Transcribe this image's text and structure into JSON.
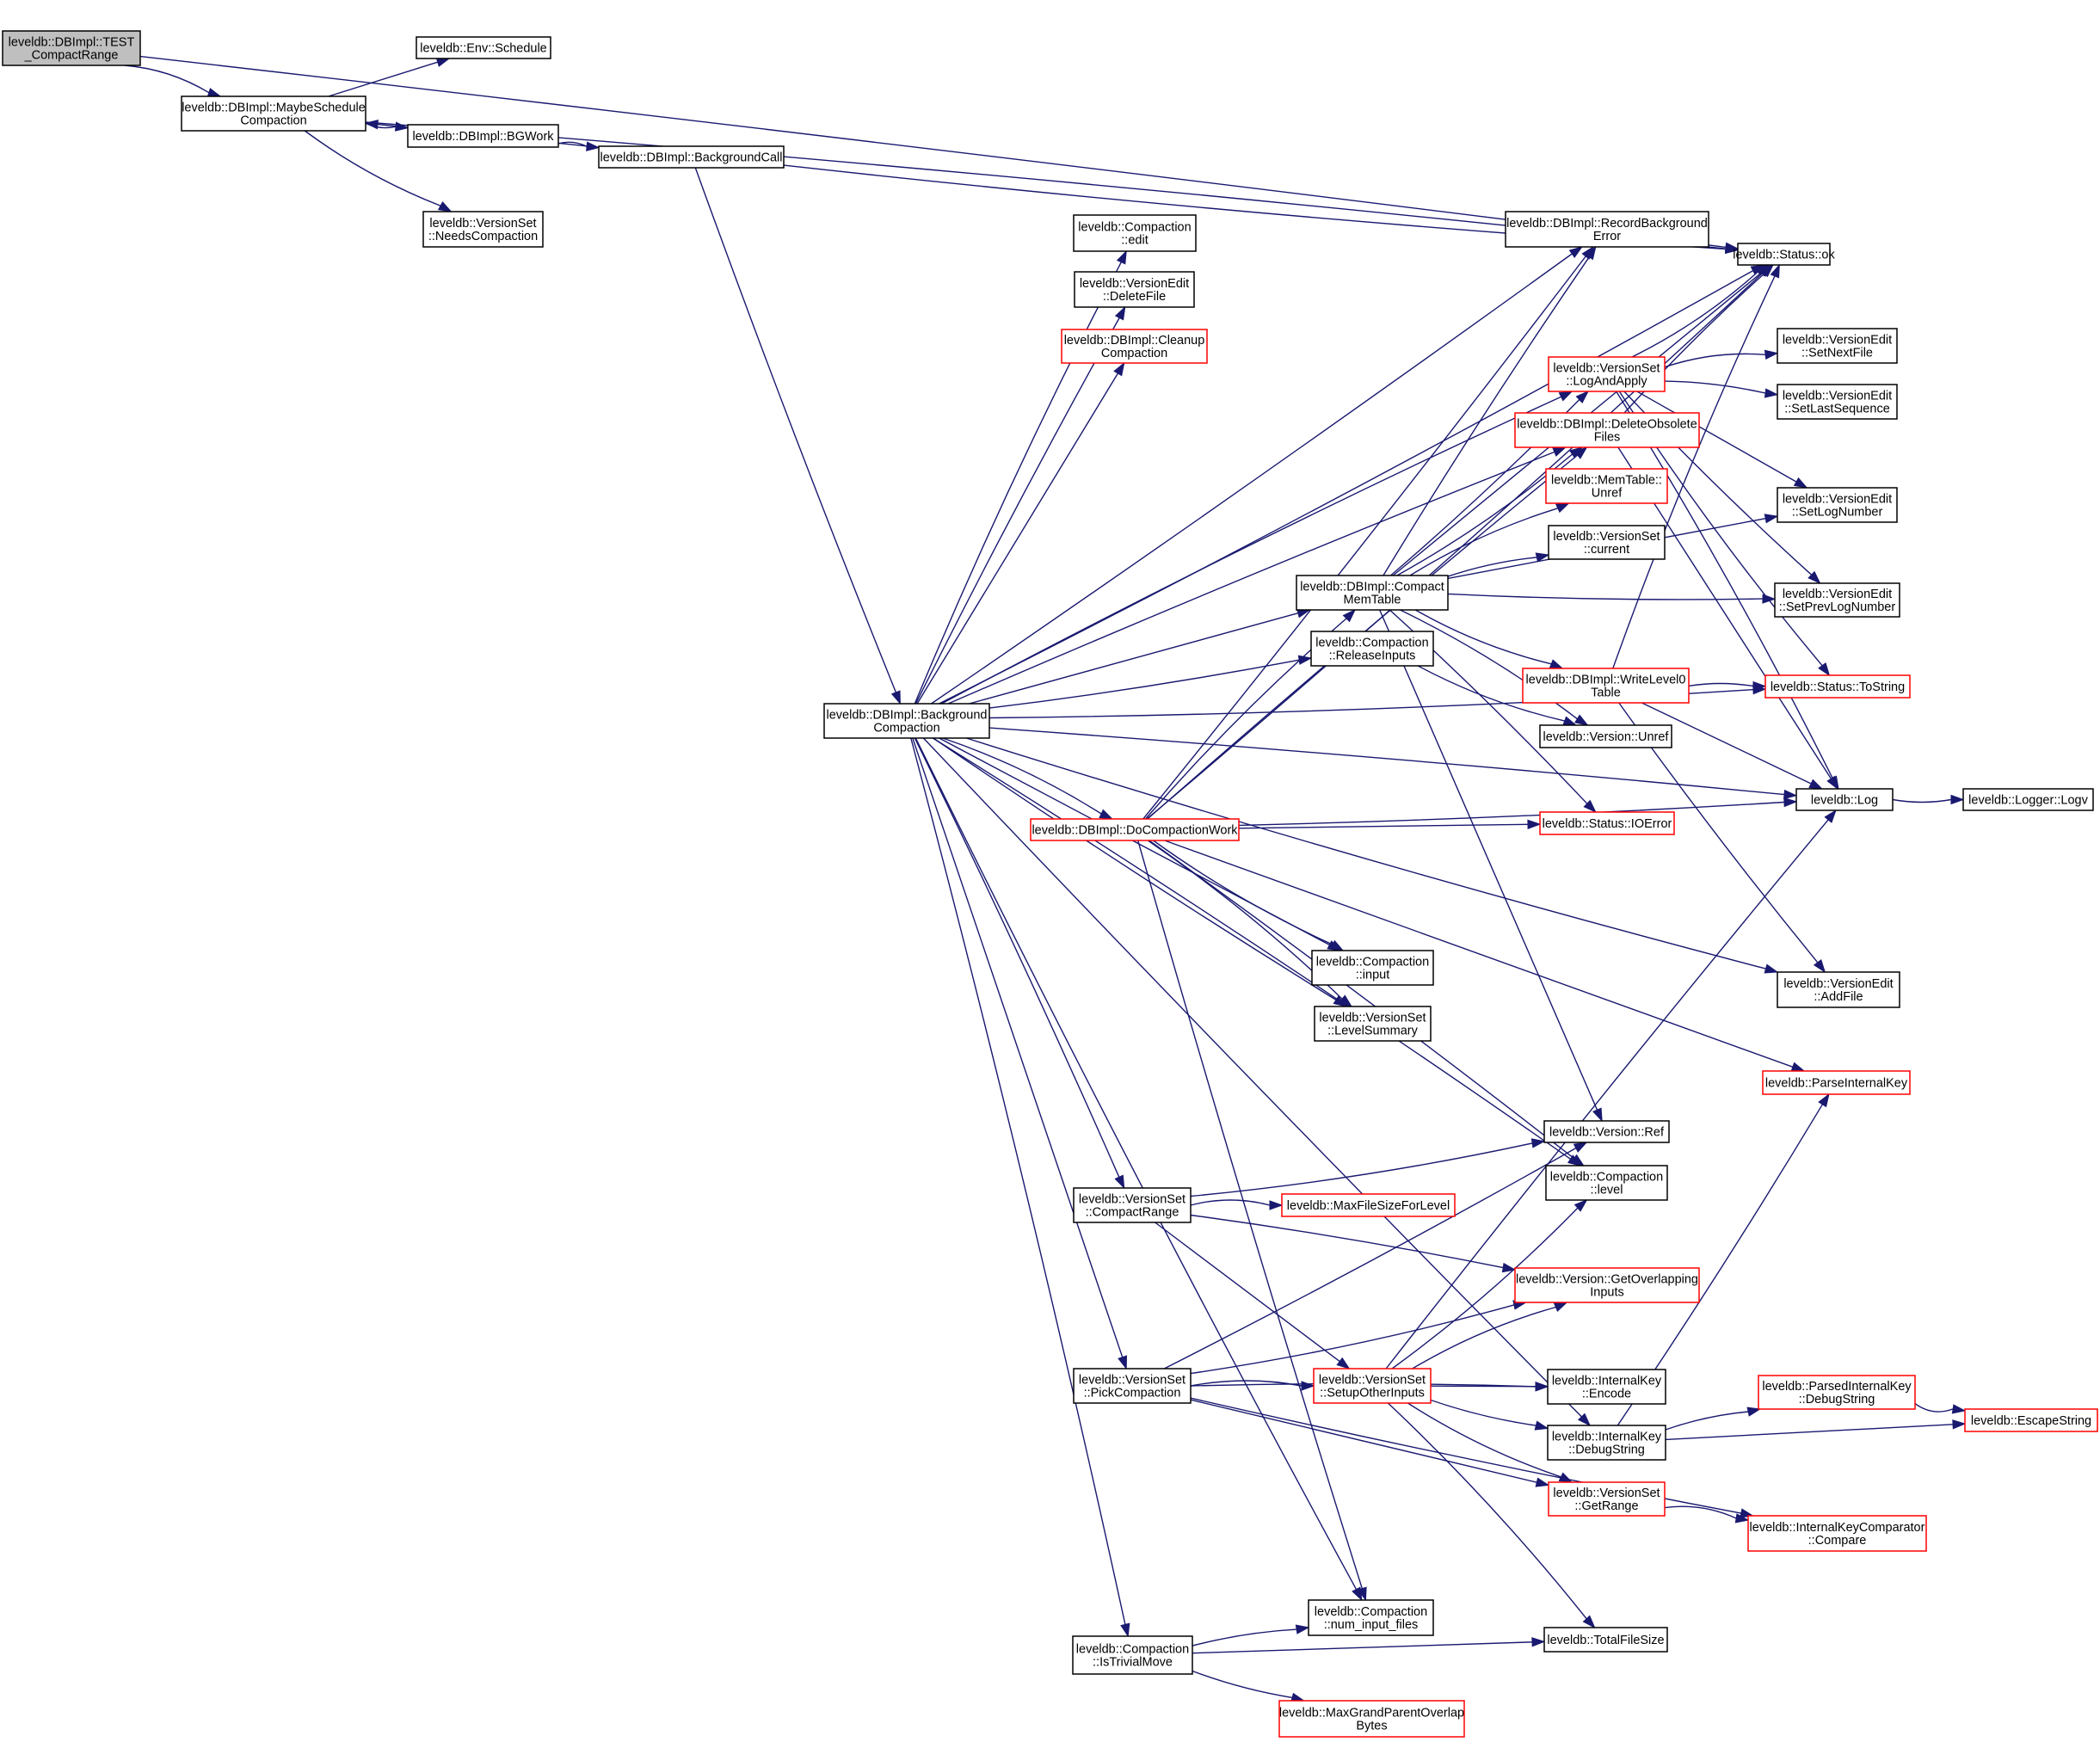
{
  "title": "leveldb::DBImpl::TEST_CompactRange call graph",
  "colors": {
    "edge": "#191970",
    "node_border_default": "#000000",
    "node_border_truncated": "#ff0000",
    "root_fill": "#bfbfbf",
    "node_fill": "#ffffff"
  },
  "nodes": [
    {
      "id": "root",
      "lines": [
        "leveldb::DBImpl::TEST",
        "_CompactRange"
      ],
      "style": "root"
    },
    {
      "id": "maybe_schedule",
      "lines": [
        "leveldb::DBImpl::MaybeSchedule",
        "Compaction"
      ],
      "style": "normal"
    },
    {
      "id": "env_schedule",
      "lines": [
        "leveldb::Env::Schedule"
      ],
      "style": "normal"
    },
    {
      "id": "bgwork",
      "lines": [
        "leveldb::DBImpl::BGWork"
      ],
      "style": "normal"
    },
    {
      "id": "background_call",
      "lines": [
        "leveldb::DBImpl::BackgroundCall"
      ],
      "style": "normal"
    },
    {
      "id": "needs_compaction",
      "lines": [
        "leveldb::VersionSet",
        "::NeedsCompaction"
      ],
      "style": "normal"
    },
    {
      "id": "background_compaction",
      "lines": [
        "leveldb::DBImpl::Background",
        "Compaction"
      ],
      "style": "normal"
    },
    {
      "id": "compaction_edit",
      "lines": [
        "leveldb::Compaction",
        "::edit"
      ],
      "style": "normal"
    },
    {
      "id": "delete_file",
      "lines": [
        "leveldb::VersionEdit",
        "::DeleteFile"
      ],
      "style": "normal"
    },
    {
      "id": "cleanup_compaction",
      "lines": [
        "leveldb::DBImpl::Cleanup",
        "Compaction"
      ],
      "style": "truncated"
    },
    {
      "id": "record_bg_error",
      "lines": [
        "leveldb::DBImpl::RecordBackground",
        "Error"
      ],
      "style": "normal"
    },
    {
      "id": "status_ok",
      "lines": [
        "leveldb::Status::ok"
      ],
      "style": "normal"
    },
    {
      "id": "log_and_apply",
      "lines": [
        "leveldb::VersionSet",
        "::LogAndApply"
      ],
      "style": "truncated"
    },
    {
      "id": "delete_obsolete",
      "lines": [
        "leveldb::DBImpl::DeleteObsolete",
        "Files"
      ],
      "style": "truncated"
    },
    {
      "id": "memtable_unref",
      "lines": [
        "leveldb::MemTable::",
        "Unref"
      ],
      "style": "truncated"
    },
    {
      "id": "versionset_current",
      "lines": [
        "leveldb::VersionSet",
        "::current"
      ],
      "style": "normal"
    },
    {
      "id": "compact_memtable",
      "lines": [
        "leveldb::DBImpl::Compact",
        "MemTable"
      ],
      "style": "normal"
    },
    {
      "id": "release_inputs",
      "lines": [
        "leveldb::Compaction",
        "::ReleaseInputs"
      ],
      "style": "normal"
    },
    {
      "id": "write_level0",
      "lines": [
        "leveldb::DBImpl::WriteLevel0",
        "Table"
      ],
      "style": "truncated"
    },
    {
      "id": "version_unref",
      "lines": [
        "leveldb::Version::Unref"
      ],
      "style": "normal"
    },
    {
      "id": "status_ioerror",
      "lines": [
        "leveldb::Status::IOError"
      ],
      "style": "truncated"
    },
    {
      "id": "set_next_file",
      "lines": [
        "leveldb::VersionEdit",
        "::SetNextFile"
      ],
      "style": "normal"
    },
    {
      "id": "set_last_sequence",
      "lines": [
        "leveldb::VersionEdit",
        "::SetLastSequence"
      ],
      "style": "normal"
    },
    {
      "id": "set_log_number",
      "lines": [
        "leveldb::VersionEdit",
        "::SetLogNumber"
      ],
      "style": "normal"
    },
    {
      "id": "set_prev_log_number",
      "lines": [
        "leveldb::VersionEdit",
        "::SetPrevLogNumber"
      ],
      "style": "normal"
    },
    {
      "id": "status_tostring",
      "lines": [
        "leveldb::Status::ToString"
      ],
      "style": "truncated"
    },
    {
      "id": "log",
      "lines": [
        "leveldb::Log"
      ],
      "style": "normal"
    },
    {
      "id": "logger_logv",
      "lines": [
        "leveldb::Logger::Logv"
      ],
      "style": "normal"
    },
    {
      "id": "add_file",
      "lines": [
        "leveldb::VersionEdit",
        "::AddFile"
      ],
      "style": "normal"
    },
    {
      "id": "parse_internal_key",
      "lines": [
        "leveldb::ParseInternalKey"
      ],
      "style": "truncated"
    },
    {
      "id": "do_compaction_work",
      "lines": [
        "leveldb::DBImpl::DoCompactionWork"
      ],
      "style": "truncated"
    },
    {
      "id": "compaction_input",
      "lines": [
        "leveldb::Compaction",
        "::input"
      ],
      "style": "normal"
    },
    {
      "id": "level_summary",
      "lines": [
        "leveldb::VersionSet",
        "::LevelSummary"
      ],
      "style": "normal"
    },
    {
      "id": "version_ref",
      "lines": [
        "leveldb::Version::Ref"
      ],
      "style": "normal"
    },
    {
      "id": "compaction_level",
      "lines": [
        "leveldb::Compaction",
        "::level"
      ],
      "style": "normal"
    },
    {
      "id": "compact_range",
      "lines": [
        "leveldb::VersionSet",
        "::CompactRange"
      ],
      "style": "normal"
    },
    {
      "id": "max_file_size",
      "lines": [
        "leveldb::MaxFileSizeForLevel"
      ],
      "style": "truncated"
    },
    {
      "id": "get_overlapping",
      "lines": [
        "leveldb::Version::GetOverlapping",
        "Inputs"
      ],
      "style": "truncated"
    },
    {
      "id": "pick_compaction",
      "lines": [
        "leveldb::VersionSet",
        "::PickCompaction"
      ],
      "style": "normal"
    },
    {
      "id": "setup_other_inputs",
      "lines": [
        "leveldb::VersionSet",
        "::SetupOtherInputs"
      ],
      "style": "truncated"
    },
    {
      "id": "ikey_encode",
      "lines": [
        "leveldb::InternalKey",
        "::Encode"
      ],
      "style": "normal"
    },
    {
      "id": "ikey_debugstring",
      "lines": [
        "leveldb::InternalKey",
        "::DebugString"
      ],
      "style": "normal"
    },
    {
      "id": "get_range",
      "lines": [
        "leveldb::VersionSet",
        "::GetRange"
      ],
      "style": "truncated"
    },
    {
      "id": "parsed_ikey_debugstring",
      "lines": [
        "leveldb::ParsedInternalKey",
        "::DebugString"
      ],
      "style": "truncated"
    },
    {
      "id": "escape_string",
      "lines": [
        "leveldb::EscapeString"
      ],
      "style": "truncated"
    },
    {
      "id": "ikey_comparator_compare",
      "lines": [
        "leveldb::InternalKeyComparator",
        "::Compare"
      ],
      "style": "truncated"
    },
    {
      "id": "num_input_files",
      "lines": [
        "leveldb::Compaction",
        "::num_input_files"
      ],
      "style": "normal"
    },
    {
      "id": "is_trivial_move",
      "lines": [
        "leveldb::Compaction",
        "::IsTrivialMove"
      ],
      "style": "normal"
    },
    {
      "id": "total_file_size",
      "lines": [
        "leveldb::TotalFileSize"
      ],
      "style": "normal"
    },
    {
      "id": "max_grandparent_overlap",
      "lines": [
        "leveldb::MaxGrandParentOverlap",
        "Bytes"
      ],
      "style": "truncated"
    }
  ],
  "edges": [
    [
      "root",
      "maybe_schedule"
    ],
    [
      "root",
      "status_ok"
    ],
    [
      "maybe_schedule",
      "env_schedule"
    ],
    [
      "maybe_schedule",
      "bgwork"
    ],
    [
      "maybe_schedule",
      "needs_compaction"
    ],
    [
      "maybe_schedule",
      "status_ok"
    ],
    [
      "bgwork",
      "background_call"
    ],
    [
      "background_call",
      "maybe_schedule"
    ],
    [
      "background_call",
      "background_compaction"
    ],
    [
      "background_call",
      "status_ok"
    ],
    [
      "background_compaction",
      "compaction_edit"
    ],
    [
      "background_compaction",
      "delete_file"
    ],
    [
      "background_compaction",
      "cleanup_compaction"
    ],
    [
      "background_compaction",
      "record_bg_error"
    ],
    [
      "background_compaction",
      "status_ok"
    ],
    [
      "background_compaction",
      "log_and_apply"
    ],
    [
      "background_compaction",
      "delete_obsolete"
    ],
    [
      "background_compaction",
      "compact_memtable"
    ],
    [
      "background_compaction",
      "release_inputs"
    ],
    [
      "background_compaction",
      "status_tostring"
    ],
    [
      "background_compaction",
      "do_compaction_work"
    ],
    [
      "background_compaction",
      "log"
    ],
    [
      "background_compaction",
      "compaction_input"
    ],
    [
      "background_compaction",
      "level_summary"
    ],
    [
      "background_compaction",
      "add_file"
    ],
    [
      "background_compaction",
      "compaction_level"
    ],
    [
      "background_compaction",
      "compact_range"
    ],
    [
      "background_compaction",
      "pick_compaction"
    ],
    [
      "background_compaction",
      "ikey_debugstring"
    ],
    [
      "background_compaction",
      "num_input_files"
    ],
    [
      "background_compaction",
      "is_trivial_move"
    ],
    [
      "compact_memtable",
      "record_bg_error"
    ],
    [
      "compact_memtable",
      "status_ok"
    ],
    [
      "compact_memtable",
      "log_and_apply"
    ],
    [
      "compact_memtable",
      "delete_obsolete"
    ],
    [
      "compact_memtable",
      "memtable_unref"
    ],
    [
      "compact_memtable",
      "versionset_current"
    ],
    [
      "compact_memtable",
      "set_log_number"
    ],
    [
      "compact_memtable",
      "set_prev_log_number"
    ],
    [
      "compact_memtable",
      "write_level0"
    ],
    [
      "compact_memtable",
      "version_unref"
    ],
    [
      "compact_memtable",
      "status_ioerror"
    ],
    [
      "compact_memtable",
      "version_ref"
    ],
    [
      "do_compaction_work",
      "record_bg_error"
    ],
    [
      "do_compaction_work",
      "status_ok"
    ],
    [
      "do_compaction_work",
      "compact_memtable"
    ],
    [
      "do_compaction_work",
      "delete_obsolete"
    ],
    [
      "do_compaction_work",
      "status_ioerror"
    ],
    [
      "do_compaction_work",
      "log"
    ],
    [
      "do_compaction_work",
      "compaction_input"
    ],
    [
      "do_compaction_work",
      "level_summary"
    ],
    [
      "do_compaction_work",
      "compaction_level"
    ],
    [
      "do_compaction_work",
      "parse_internal_key"
    ],
    [
      "do_compaction_work",
      "num_input_files"
    ],
    [
      "release_inputs",
      "version_unref"
    ],
    [
      "write_level0",
      "status_ok"
    ],
    [
      "write_level0",
      "status_tostring"
    ],
    [
      "write_level0",
      "log"
    ],
    [
      "write_level0",
      "add_file"
    ],
    [
      "log_and_apply",
      "status_ok"
    ],
    [
      "log_and_apply",
      "set_next_file"
    ],
    [
      "log_and_apply",
      "set_last_sequence"
    ],
    [
      "log_and_apply",
      "set_log_number"
    ],
    [
      "log_and_apply",
      "set_prev_log_number"
    ],
    [
      "log_and_apply",
      "status_tostring"
    ],
    [
      "log_and_apply",
      "log"
    ],
    [
      "delete_obsolete",
      "status_ok"
    ],
    [
      "delete_obsolete",
      "log"
    ],
    [
      "log",
      "logger_logv"
    ],
    [
      "compact_range",
      "version_ref"
    ],
    [
      "compact_range",
      "max_file_size"
    ],
    [
      "compact_range",
      "get_overlapping"
    ],
    [
      "compact_range",
      "setup_other_inputs"
    ],
    [
      "pick_compaction",
      "version_ref"
    ],
    [
      "pick_compaction",
      "get_overlapping"
    ],
    [
      "pick_compaction",
      "setup_other_inputs"
    ],
    [
      "pick_compaction",
      "ikey_encode"
    ],
    [
      "pick_compaction",
      "get_range"
    ],
    [
      "pick_compaction",
      "ikey_comparator_compare"
    ],
    [
      "setup_other_inputs",
      "compaction_level"
    ],
    [
      "setup_other_inputs",
      "get_overlapping"
    ],
    [
      "setup_other_inputs",
      "log"
    ],
    [
      "setup_other_inputs",
      "ikey_encode"
    ],
    [
      "setup_other_inputs",
      "ikey_debugstring"
    ],
    [
      "setup_other_inputs",
      "get_range"
    ],
    [
      "setup_other_inputs",
      "total_file_size"
    ],
    [
      "ikey_debugstring",
      "parsed_ikey_debugstring"
    ],
    [
      "ikey_debugstring",
      "escape_string"
    ],
    [
      "ikey_debugstring",
      "parse_internal_key"
    ],
    [
      "parsed_ikey_debugstring",
      "escape_string"
    ],
    [
      "get_range",
      "ikey_comparator_compare"
    ],
    [
      "is_trivial_move",
      "num_input_files"
    ],
    [
      "is_trivial_move",
      "total_file_size"
    ],
    [
      "is_trivial_move",
      "max_grandparent_overlap"
    ]
  ]
}
